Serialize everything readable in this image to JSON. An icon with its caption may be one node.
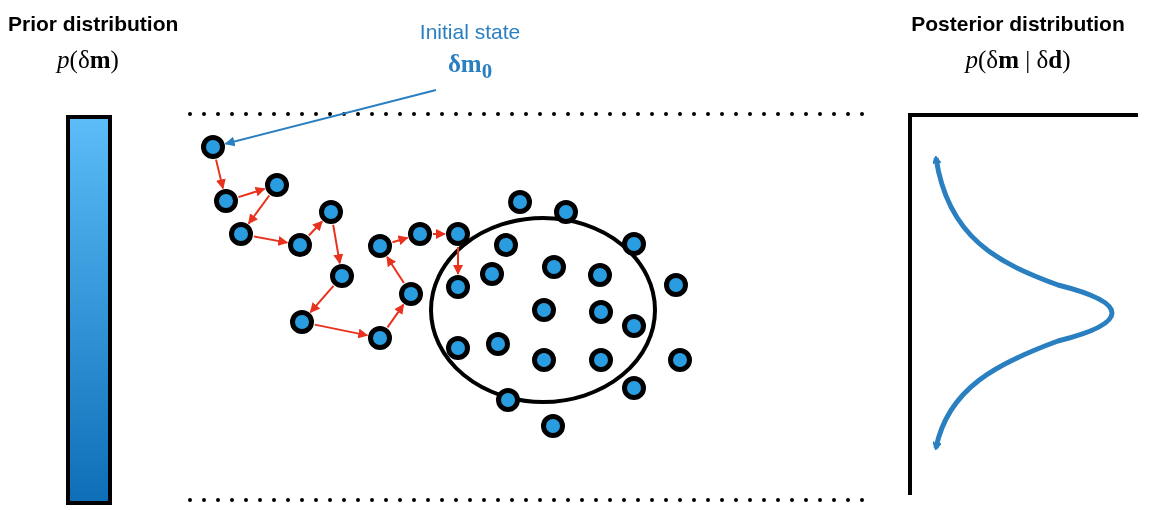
{
  "diagram": {
    "nodes": [
      {
        "text": [
          "Prior distribution",
          "*p*(δ**m**)"
        ]
      },
      {
        "text": [
          "Initial state",
          "δ**m**$_{0}$"
        ]
      },
      {
        "text": [
          "Posterior distribution",
          "*p*(δ**m** | δ**d**)"
        ]
      },
      {
        "text": [],
        "shape": "circle"
      },
      {
        "text": [],
        "shape": "circle"
      },
      {
        "text": [],
        "shape": "circle"
      },
      {
        "text": [],
        "shape": "circle"
      },
      {
        "text": [],
        "shape": "circle"
      },
      {
        "text": [],
        "shape": "circle"
      },
      {
        "text": [],
        "shape": "circle"
      },
      {
        "text": [],
        "shape": "circle"
      },
      {
        "text": [],
        "shape": "circle"
      },
      {
        "text": [],
        "shape": "circle"
      },
      {
        "text": [],
        "shape": "circle"
      },
      {
        "text": [],
        "shape": "circle"
      },
      {
        "text": [],
        "shape": "circle"
      },
      {
        "text": [],
        "shape": "circle"
      },
      {
        "text": [],
        "shape": "circle",
        "in": 3
      },
      {
        "text": [],
        "shape": "circle",
        "in": 3
      },
      {
        "text": [],
        "shape": "circle",
        "in": 3
      },
      {
        "text": [],
        "shape": "circle",
        "in": 3
      },
      {
        "text": [],
        "shape": "circle",
        "in": 3
      },
      {
        "text": [],
        "shape": "circle"
      },
      {
        "text": [],
        "shape": "circle"
      },
      {
        "text": [],
        "shape": "circle",
        "in": 3
      },
      {
        "text": [],
        "shape": "circle",
        "in": 3
      },
      {
        "text": [],
        "shape": "circle"
      },
      {
        "text": [],
        "shape": "circle",
        "in": 3
      },
      {
        "text": [],
        "shape": "circle"
      },
      {
        "text": [],
        "shape": "circle",
        "in": 3
      },
      {
        "text": [],
        "shape": "circle",
        "in": 3
      },
      {
        "text": [],
        "shape": "circle",
        "in": 3
      },
      {
        "text": [],
        "shape": "circle"
      },
      {
        "text": [],
        "shape": "circle",
        "in": 3
      },
      {
        "text": [],
        "shape": "circle"
      },
      {
        "text": [],
        "shape": "circle"
      },
      {
        "text": [],
        "shape": "circle"
      }
    ],
    "edges": [
      {
        "from": 1,
        "to": 4,
        "arrow": "to",
        "color": "#2a7fc0"
      },
      {
        "from": 4,
        "to": 5,
        "arrow": "to"
      },
      {
        "from": 5,
        "to": 7,
        "arrow": "to"
      },
      {
        "from": 7,
        "to": 6,
        "arrow": "to"
      },
      {
        "from": 6,
        "to": 8,
        "arrow": "to"
      },
      {
        "from": 8,
        "to": 10,
        "arrow": "to"
      },
      {
        "from": 10,
        "to": 11,
        "arrow": "to"
      },
      {
        "from": 11,
        "to": 9,
        "arrow": "to"
      },
      {
        "from": 9,
        "to": 13,
        "arrow": "to"
      },
      {
        "from": 13,
        "to": 14,
        "arrow": "to"
      },
      {
        "from": 14,
        "to": 12,
        "arrow": "to"
      },
      {
        "from": 12,
        "to": 15,
        "arrow": "to"
      },
      {
        "from": 15,
        "to": 16,
        "arrow": "to"
      },
      {
        "from": 16,
        "to": 17,
        "arrow": "to"
      }
    ]
  }
}
